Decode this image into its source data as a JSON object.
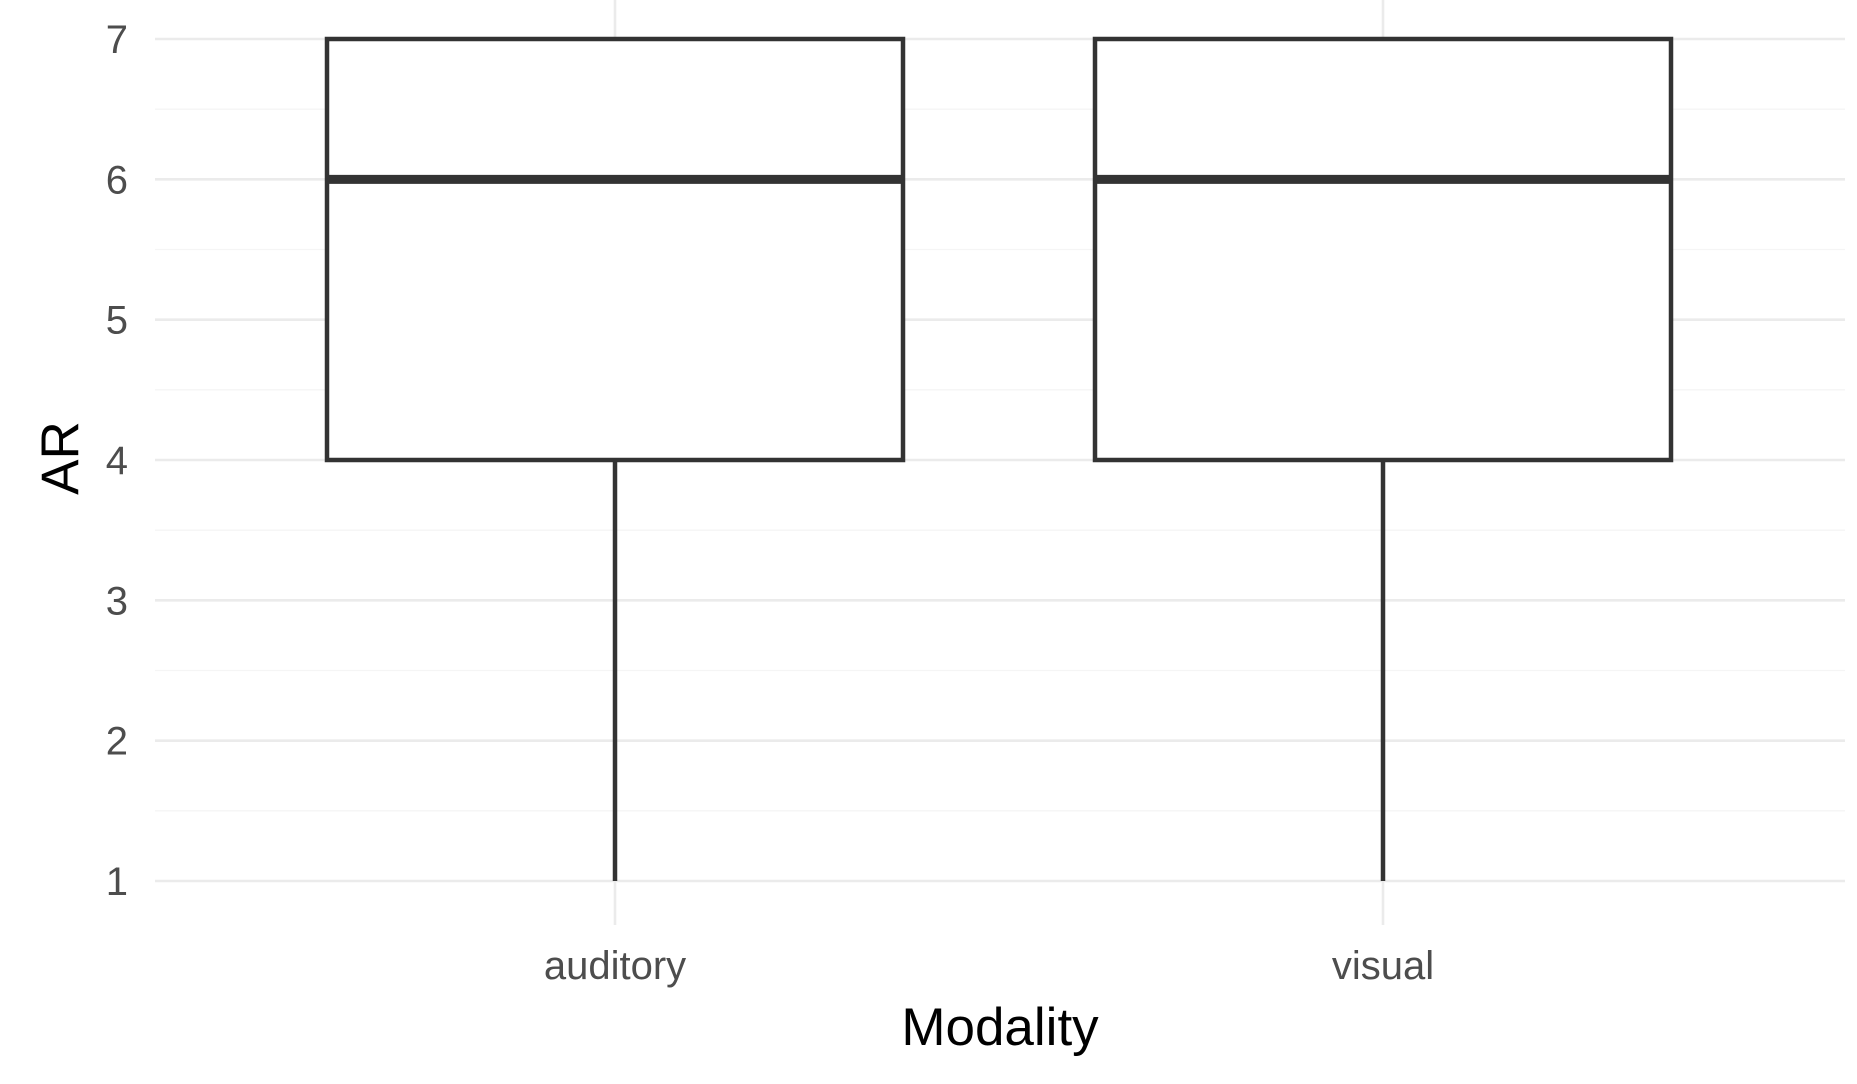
{
  "chart_data": {
    "type": "boxplot",
    "title": "",
    "xlabel": "Modality",
    "ylabel": "AR",
    "categories": [
      "auditory",
      "visual"
    ],
    "boxes": [
      {
        "category": "auditory",
        "whisker_low": 1,
        "q1": 4,
        "median": 6,
        "q3": 7,
        "whisker_high": 7
      },
      {
        "category": "visual",
        "whisker_low": 1,
        "q1": 4,
        "median": 6,
        "q3": 7,
        "whisker_high": 7
      }
    ],
    "y_ticks": [
      1,
      2,
      3,
      4,
      5,
      6,
      7
    ],
    "ylim": [
      1,
      7
    ],
    "grid": true,
    "legend": "none",
    "colors": {
      "box_outline": "#333333",
      "box_fill": "#ffffff",
      "grid": "#ebebeb",
      "tick_text": "#4d4d4d",
      "axis_title_text": "#000000"
    }
  }
}
